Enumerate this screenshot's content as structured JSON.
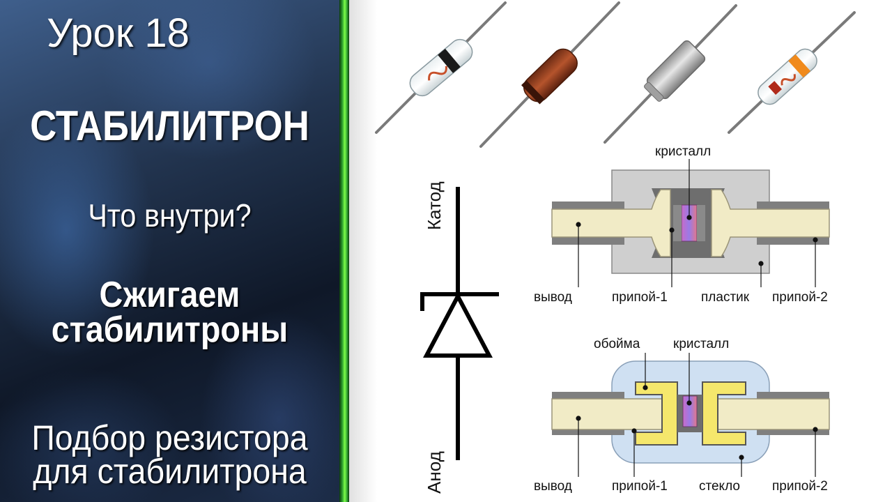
{
  "left_panel": {
    "lesson": "Урок 18",
    "title": "СТАБИЛИТРОН",
    "subtitle_1": "Что внутри?",
    "subtitle_2_line_1": "Сжигаем",
    "subtitle_2_line_2": "стабилитроны",
    "subtitle_3_line_1": "Подбор резистора",
    "subtitle_3_line_2": "для стабилитрона"
  },
  "symbol": {
    "cathode_label": "Катод",
    "anode_label": "Анод"
  },
  "plastic_diagram": {
    "crystal_label": "кристалл",
    "lead_label": "вывод",
    "solder1_label": "припой-1",
    "plastic_label": "пластик",
    "solder2_label": "припой-2"
  },
  "glass_diagram": {
    "cage_label": "обойма",
    "crystal_label": "кристалл",
    "lead_label": "вывод",
    "solder1_label": "припой-1",
    "glass_label": "стекло",
    "solder2_label": "припой-2"
  },
  "colors": {
    "accent_green": "#3fdc2a",
    "lead_fill": "#f1ebc6",
    "plastic_fill": "#cfcfcf",
    "glass_fill": "#cfe0f2",
    "cage_fill": "#f5e76c"
  }
}
